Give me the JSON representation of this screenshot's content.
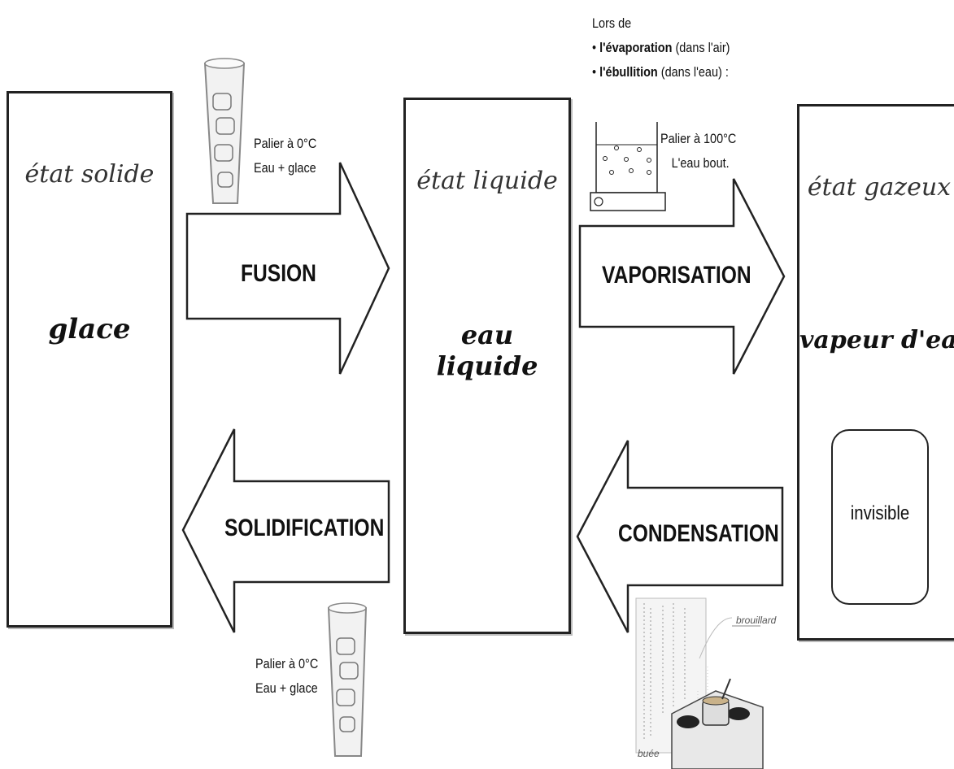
{
  "states": {
    "solid": {
      "title": "état solide",
      "name": "glace"
    },
    "liquid": {
      "title": "état liquide",
      "name": "eau liquide"
    },
    "gas": {
      "title": "état gazeux",
      "name": "vapeur d'eau",
      "box_label": "invisible"
    }
  },
  "arrows": {
    "fusion": "FUSION",
    "vaporisation": "VAPORISATION",
    "solidification": "SOLIDIFICATION",
    "condensation": "CONDENSATION"
  },
  "notes": {
    "fusion_line1": "Palier à 0°C",
    "fusion_line2": "Eau + glace",
    "solid_line1": "Palier à 0°C",
    "solid_line2": "Eau + glace",
    "vapo_intro": "Lors de",
    "vapo_bullet1_bold": "l'évaporation",
    "vapo_bullet1_rest": " (dans l'air)",
    "vapo_bullet2_bold": "l'ébullition",
    "vapo_bullet2_rest": " (dans l'eau) :",
    "boil_line1": "Palier à 100°C",
    "boil_line2": "L'eau bout.",
    "fog_label": "brouillard",
    "mist_label": "buée"
  }
}
